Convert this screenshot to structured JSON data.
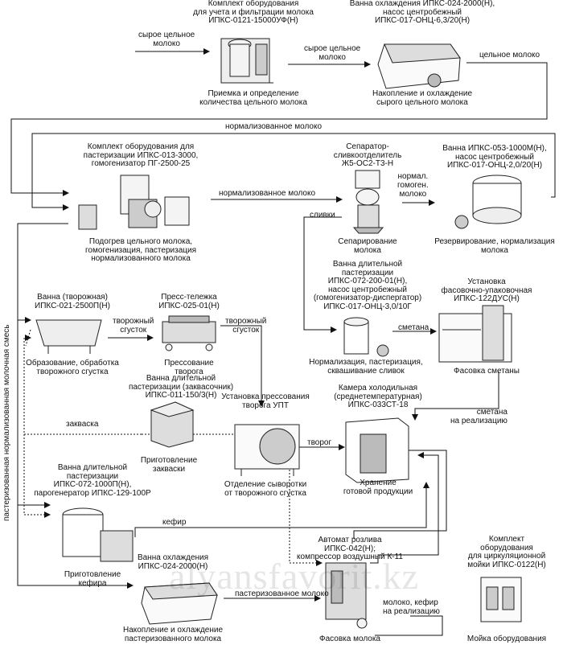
{
  "nodes": {
    "filter": {
      "title": "Комплект оборудования\nдля учета и фильтрации молока\nИПКС-0121-15000УФ(Н)",
      "caption": "Приемка и определение\nколичества цельного молока"
    },
    "cool_tank1": {
      "title": "Ванна охлаждения ИПКС-024-2000(Н),\nнасос центробежный\nИПКС-017-ОНЦ-6,3/20(Н)",
      "caption": "Накопление и охлаждение\nсырого цельного молока"
    },
    "pasteur": {
      "title": "Комплект оборудования для\nпастеризации ИПКС-013-3000,\nгомогенизатор ПГ-2500-25",
      "caption": "Подогрев  цельного молока,\nгомогенизация, пастеризация\nнормализованного молока"
    },
    "separator": {
      "title": "Сепаратор-\nсливкоотделитель\nЖ5-ОС2-Т3-Н",
      "caption": "Сепарирование\nмолока"
    },
    "reserve_tank": {
      "title": "Ванна ИПКС-053-1000М(Н),\nнасос центробежный\nИПКС-017-ОНЦ-2,0/20(Н)",
      "caption": "Резервирование, нормализация\nмолока"
    },
    "cottage_tank": {
      "title": "Ванна (творожная)\nИПКС-021-2500П(Н)",
      "caption": "Образование, обработка\nтворожного сгустка"
    },
    "press_cart": {
      "title": "Пресс-тележка\nИПКС-025-01(Н)",
      "caption": "Прессование  творога"
    },
    "sour_tank": {
      "title": "Ванна длительной пастеризации\nИПКС-072-200-01(Н),\nнасос центробежный\n(гомогенизатор-диспергатор)\nИПКС-017-ОНЦ-3,0/10Г",
      "caption": "Нормализация, пастеризация,\nсквашивание сливок"
    },
    "pack_machine": {
      "title": "Установка\nфасовочно-упаковочная\nИПКС-122ДУС(Н)",
      "caption": "Фасовка  сметаны"
    },
    "starter_tank": {
      "title": "Ванна длительной\nпастеризации (заквасочник)\nИПКС-011-150/3(Н)",
      "caption": "Приготовление\nзакваски"
    },
    "upt": {
      "title": "Установка прессования\nтворога УПТ",
      "caption": "Отделение сыворотки\nот творожного сгустка"
    },
    "cold_room": {
      "title": "Камера холодильная\n(среднетемпературная)\nИПКС-033СТ-18",
      "caption": "Хранение\nготовой продукции"
    },
    "kefir_tank": {
      "title": "Ванна длительной\nпастеризации\nИПКС-072-1000П(Н),\nпарогенератор ИПКС-129-100Р",
      "caption": "Приготовление\nкефира"
    },
    "cool_tank2": {
      "title": "Ванна охлаждения\nИПКС-024-2000(Н)",
      "caption": "Накопление и охлаждение\nпастеризованного молока"
    },
    "bottler": {
      "title": "Автомат розлива\nИПКС-042(Н);\nкомпрессор воздушный К-11",
      "caption": "Фасовка молока"
    },
    "cip": {
      "title": "Комплект\nоборудования\nдля циркуляционной\nмойки ИПКС-0122(Н)",
      "caption": "Мойка оборудования"
    }
  },
  "flows": {
    "raw_in": "сырое цельное\nмолоко",
    "raw_mid": "сырое цельное\nмолоко",
    "whole_milk": "цельное молоко",
    "normalized_top": "нормализованное молоко",
    "normalized_mid": "нормализованное молоко",
    "norm_homog": "нормал.\nгомоген.\nмолоко",
    "cream": "сливки",
    "curd1": "творожный\nсгусток",
    "curd2": "творожный\nсгусток",
    "sour_cream": "сметана",
    "for_sale1": "сметана\nна реализацию",
    "starter": "закваска",
    "cottage": "творог",
    "kefir": "кефир",
    "past_milk": "пастеризованное молоко",
    "milk_kefir_sale": "молоко, кефир\nна реализацию",
    "vertical_left": "пастеризованная нормализованная  молочная  смесь"
  },
  "watermark": "alyansfavorit.kz"
}
